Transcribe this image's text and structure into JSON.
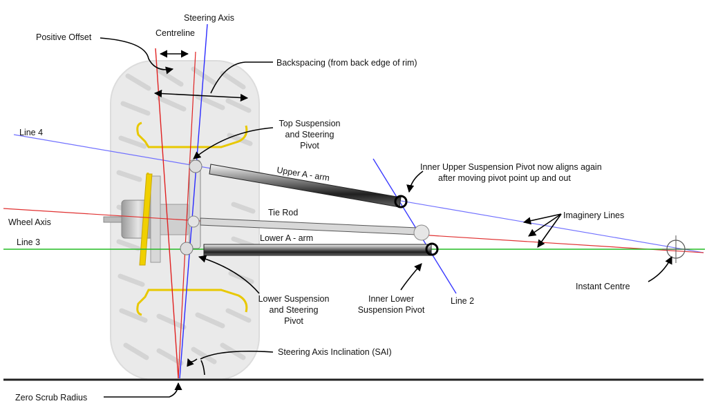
{
  "labels": {
    "steering_axis": "Steering Axis",
    "centreline": "Centreline",
    "positive_offset": "Positive Offset",
    "backspacing": "Backspacing (from back edge of rim)",
    "line4": "Line 4",
    "top_pivot_l1": "Top Suspension",
    "top_pivot_l2": "and Steering",
    "top_pivot_l3": "Pivot",
    "upper_arm": "Upper A - arm",
    "inner_upper_l1": "Inner Upper Suspension Pivot now aligns again",
    "inner_upper_l2": "after moving pivot point up and out",
    "tie_rod": "Tie Rod",
    "wheel_axis": "Wheel Axis",
    "imaginery_lines": "Imaginery Lines",
    "line3": "Line 3",
    "lower_arm": "Lower A - arm",
    "instant_centre": "Instant Centre",
    "lower_pivot_l1": "Lower Suspension",
    "lower_pivot_l2": "and Steering",
    "lower_pivot_l3": "Pivot",
    "inner_lower_l1": "Inner Lower",
    "inner_lower_l2": "Suspension Pivot",
    "line2": "Line 2",
    "sai": "Steering Axis Inclination (SAI)",
    "zero_scrub": "Zero Scrub Radius"
  },
  "colors": {
    "steering_axis": "#2a2aff",
    "centreline": "#e02020",
    "line4": "#7070ff",
    "wheel_axis": "#e03030",
    "line3": "#22bb22",
    "line2": "#3a3aff",
    "rim": "#f0d000",
    "tire": "#ececec",
    "ground": "#222222"
  }
}
